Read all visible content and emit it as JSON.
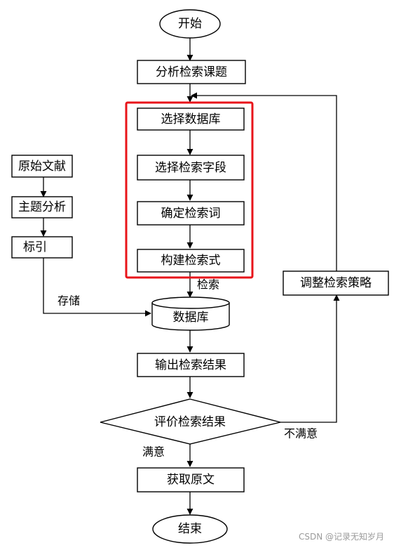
{
  "nodes": {
    "start": "开始",
    "analyze_topic": "分析检索课题",
    "select_database": "选择数据库",
    "select_fields": "选择检索字段",
    "determine_terms": "确定检索词",
    "build_query": "构建检索式",
    "original_doc": "原始文献",
    "subject_analysis": "主题分析",
    "indexing": "标引",
    "database": "数据库",
    "output_results": "输出检索结果",
    "evaluate_results": "评价检索结果",
    "get_fulltext": "获取原文",
    "end": "结束",
    "adjust_strategy": "调整检索策略"
  },
  "edge_labels": {
    "search": "检索",
    "store": "存储",
    "satisfied": "满意",
    "unsatisfied": "不满意"
  },
  "colors": {
    "highlight": "#e8141a"
  },
  "watermark": "CSDN @记录无知岁月"
}
